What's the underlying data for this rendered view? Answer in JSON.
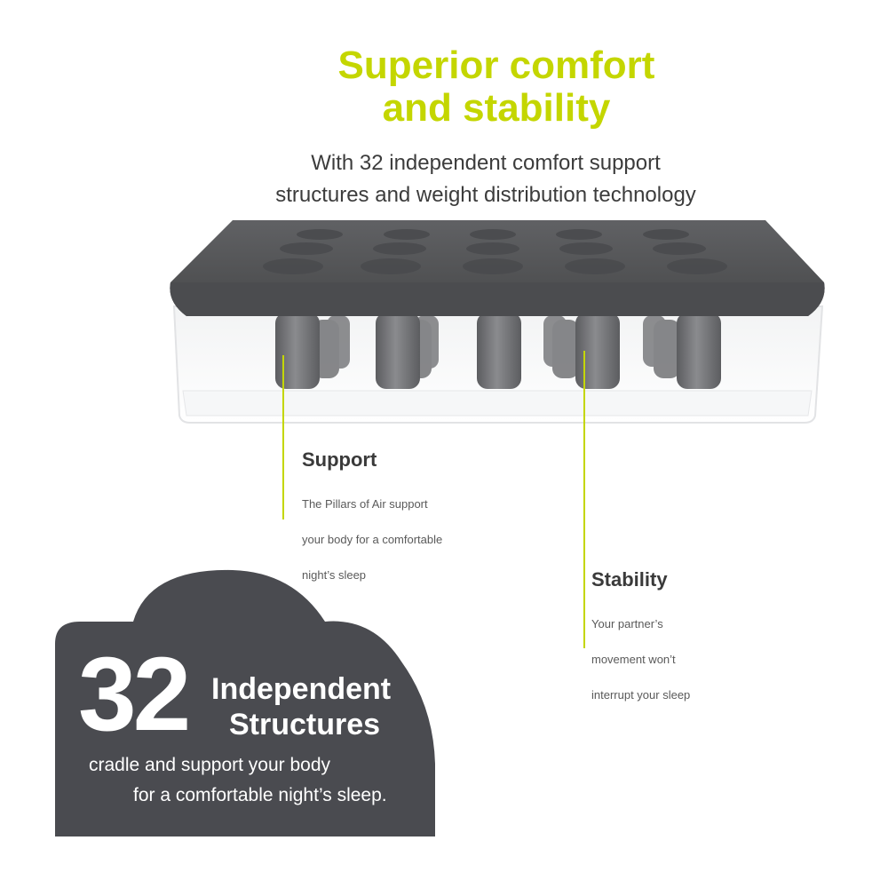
{
  "headline": {
    "line1": "Superior comfort",
    "line2": "and stability"
  },
  "subheadline": {
    "line1": "With 32 independent comfort support",
    "line2": "structures and weight distribution technology"
  },
  "callouts": {
    "support": {
      "title": "Support",
      "line1": "The Pillars of Air support",
      "line2": "your body for a comfortable",
      "line3": "night’s sleep"
    },
    "stability": {
      "title": "Stability",
      "line1": "Your partner’s",
      "line2": "movement won’t",
      "line3": "interrupt your sleep"
    }
  },
  "badge": {
    "number": "32",
    "word1": "Independent",
    "word2": "Structures",
    "line1": "cradle and support your body",
    "line2": "for a comfortable night’s sleep."
  },
  "colors": {
    "accent": "#c4d600",
    "dark_gray": "#4a4b50",
    "mattress_top": "#555659",
    "pillar": "#6e6f72"
  },
  "icons": {
    "product_illustration": "air-mattress-cutaway"
  }
}
